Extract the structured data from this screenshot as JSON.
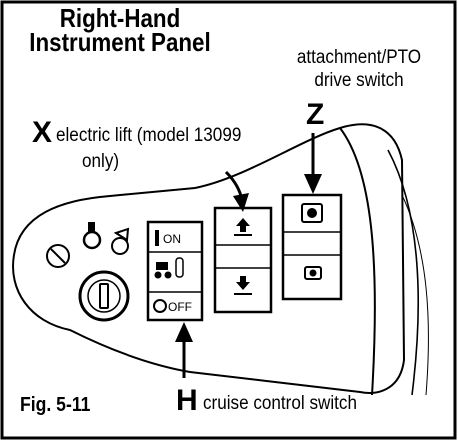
{
  "title": {
    "line1": "Right-Hand",
    "line2": "Instrument Panel"
  },
  "labels": {
    "attachment_line1": "attachment/PTO",
    "attachment_line2": "drive switch",
    "z_letter": "Z",
    "x_letter": "X",
    "x_line1": "electric lift (model 13099",
    "x_line2": "only)",
    "h_letter": "H",
    "h_text": "cruise control switch"
  },
  "switch": {
    "on": "ON",
    "off": "OFF"
  },
  "figure": "Fig. 5-11",
  "colors": {
    "ink": "#000000",
    "paper": "#ffffff"
  }
}
